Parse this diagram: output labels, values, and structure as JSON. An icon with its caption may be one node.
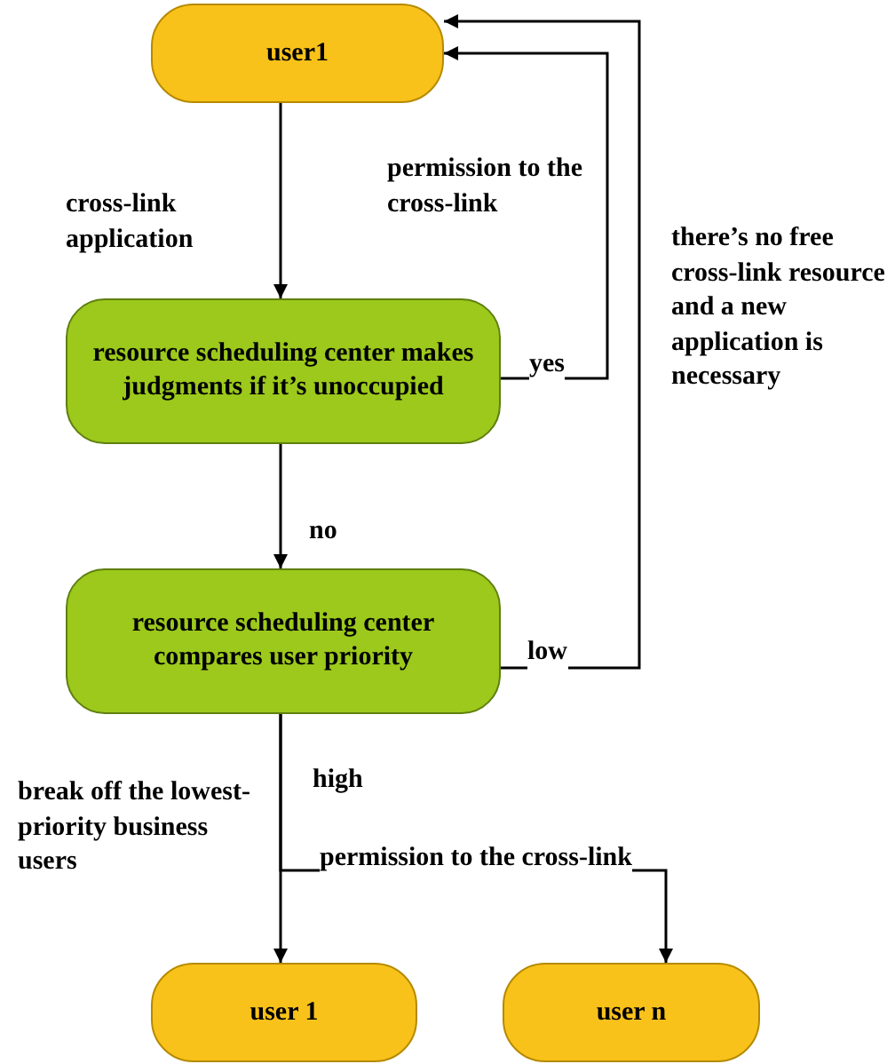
{
  "diagram": {
    "nodes": [
      {
        "text": [
          "user1"
        ]
      },
      {
        "text": [
          "resource scheduling center makes judgments if it’s unoccupied"
        ]
      },
      {
        "text": [
          "resource scheduling center compares user priority"
        ]
      },
      {
        "text": [
          "user 1"
        ]
      },
      {
        "text": [
          "user n"
        ]
      }
    ],
    "edges": [
      {
        "from": 0,
        "to": 1,
        "arrow": "to",
        "label": "cross-link application"
      },
      {
        "from": 1,
        "to": 0,
        "arrow": "to",
        "label": "yes"
      },
      {
        "from": 1,
        "to": 2,
        "arrow": "to",
        "label": "no"
      },
      {
        "from": 2,
        "to": 0,
        "arrow": "to",
        "label": "low"
      },
      {
        "from": 2,
        "to": 3,
        "arrow": "to",
        "label": "high"
      },
      {
        "from": 2,
        "to": 4,
        "arrow": "to",
        "label": "permission to the cross-link"
      }
    ],
    "labels": [
      "permission to the cross-link",
      "there’s no free cross-link resource and a new application is necessary",
      "break off the lowest-priority business users"
    ]
  }
}
